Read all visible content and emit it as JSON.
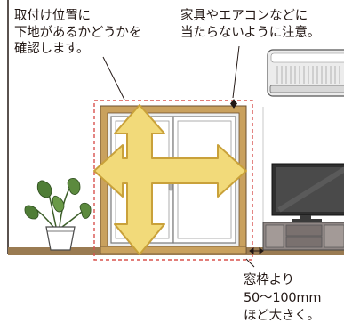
{
  "captions": {
    "base_check": [
      "取付け位置に",
      "下地があるかどうかを",
      "確認します。"
    ],
    "avoid_obstacles": [
      "家具やエアコンなどに",
      "当たらないように注意。"
    ],
    "size_margin": [
      "窓枠より",
      "50〜100mm",
      "ほど大きく。"
    ]
  },
  "colors": {
    "wall": "#ffffff",
    "floor": "#9a7b52",
    "window_frame": "#c9a15e",
    "arrow_fill": "#f2da7a",
    "arrow_stroke": "#c9a13a",
    "dash_outline": "#d9534f",
    "tv_screen": "#2f2f2f",
    "tv_stand": "#8f8684"
  },
  "icons": {
    "expand_arrows": "four-way-arrow-icon",
    "plant": "potted-plant-icon",
    "air_conditioner": "air-conditioner-icon",
    "television": "television-icon"
  }
}
